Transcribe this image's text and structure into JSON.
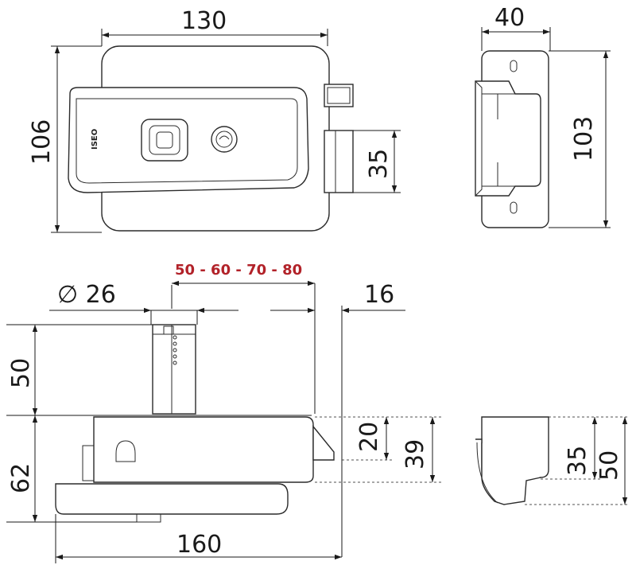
{
  "front_view": {
    "brand_label": "ISEO",
    "width_label": "130",
    "height_label": "106",
    "bolt_height_label": "35"
  },
  "side_view": {
    "width_label": "40",
    "height_label": "103"
  },
  "bottom_view": {
    "backset_options_label": "50 - 60 - 70 - 80",
    "cylinder_diameter_label": "∅ 26",
    "cylinder_length_label": "50",
    "bolt_projection_label": "16",
    "body_depth_label": "62",
    "bolt_width_label": "20",
    "bolt_offset_label": "39",
    "total_length_label": "160"
  },
  "keeper_view": {
    "inner_height_label": "35",
    "outer_height_label": "50"
  },
  "colors": {
    "accent_red": "#b22229",
    "line": "#1a1a1a",
    "outline": "#2b2b2b"
  }
}
